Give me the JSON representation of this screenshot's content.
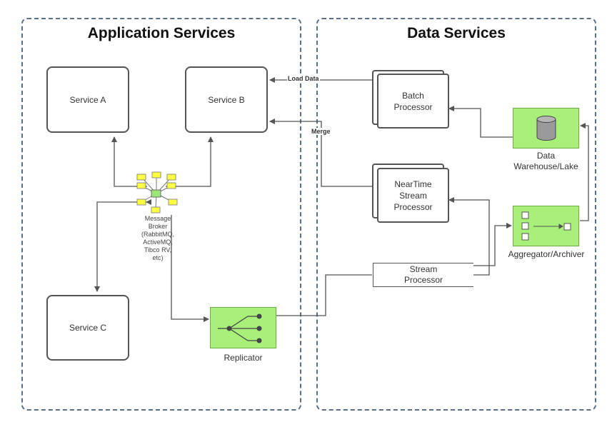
{
  "regions": {
    "application_title": "Application Services",
    "data_title": "Data Services"
  },
  "nodes": {
    "service_a": "Service A",
    "service_b": "Service B",
    "service_c": "Service C",
    "broker_lines": [
      "Message",
      "Broker",
      "(RabbitMQ,",
      "ActiveMQ,",
      "Tibco RV,",
      "etc)"
    ],
    "replicator": "Replicator",
    "batch_lines": [
      "Batch",
      "Processor"
    ],
    "neartime_lines": [
      "NearTime",
      "Stream",
      "Processor"
    ],
    "stream_lines": [
      "Stream",
      "Processor"
    ],
    "warehouse_lines": [
      "Data",
      "Warehouse/Lake"
    ],
    "aggregator": "Aggregator/Archiver"
  },
  "edges": {
    "load_data": "Load Data",
    "merge": "Merge"
  },
  "colors": {
    "component_fill": "#a8f07a",
    "broker_node": "#ffff44",
    "region_border": "#5a6f88",
    "line": "#555555"
  }
}
